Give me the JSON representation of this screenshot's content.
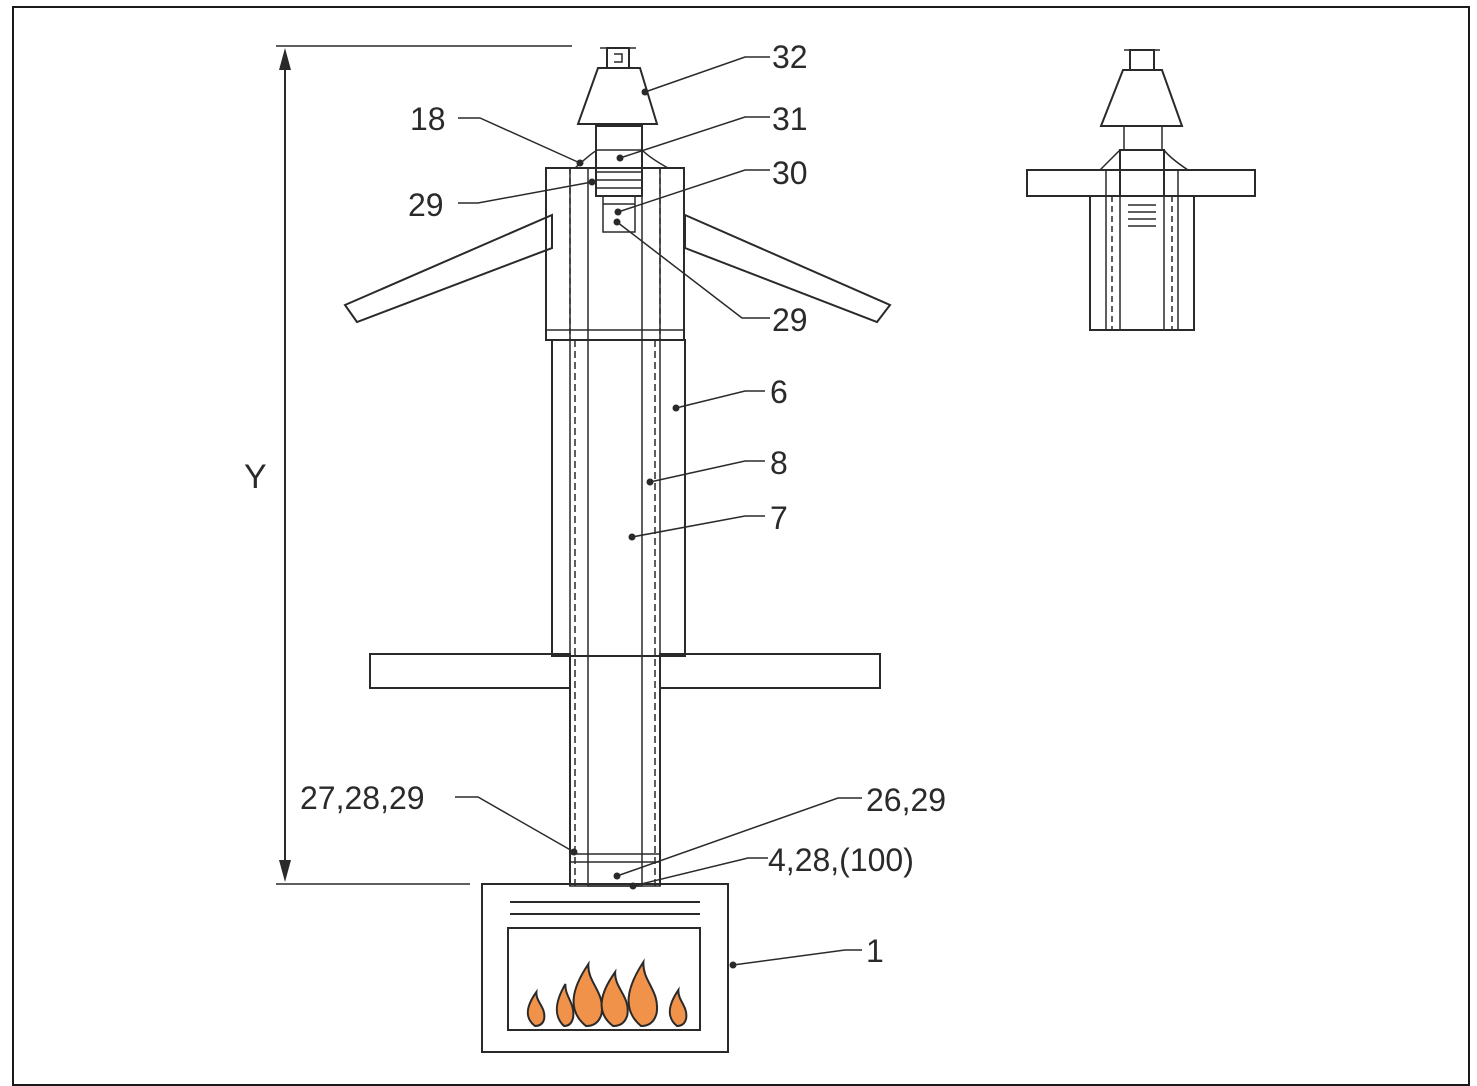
{
  "dimension_label": "Y",
  "labels": {
    "l32": "32",
    "l31": "31",
    "l30": "30",
    "l29_top": "29",
    "l29_mid": "29",
    "l18": "18",
    "l6": "6",
    "l8": "8",
    "l7": "7",
    "l27_28_29": "27,28,29",
    "l26_29": "26,29",
    "l4_28_100": "4,28,(100)",
    "l1": "1"
  },
  "colors": {
    "flame": "#f0924a",
    "stroke": "#2a2a2a",
    "insulation": "#f2f2f2"
  }
}
